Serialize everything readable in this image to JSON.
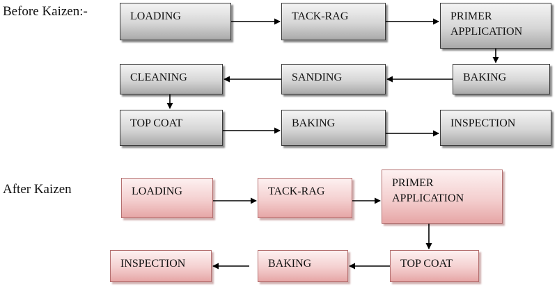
{
  "before": {
    "label": "Before Kaizen:-",
    "steps": {
      "loading": "LOADING",
      "tack_rag": "TACK-RAG",
      "primer": "PRIMER\nAPPLICATION",
      "baking1": "BAKING",
      "sanding": "SANDING",
      "cleaning": "CLEANING",
      "top_coat": "TOP COAT",
      "baking2": "BAKING",
      "inspection": "INSPECTION"
    }
  },
  "after": {
    "label": "After Kaizen",
    "steps": {
      "loading": "LOADING",
      "tack_rag": "TACK-RAG",
      "primer": "PRIMER\nAPPLICATION",
      "top_coat": "TOP COAT",
      "baking": "BAKING",
      "inspection": "INSPECTION"
    }
  },
  "colors": {
    "before_box": "#c8c8c8",
    "after_box": "#f2c4c4",
    "arrow": "#000000"
  }
}
